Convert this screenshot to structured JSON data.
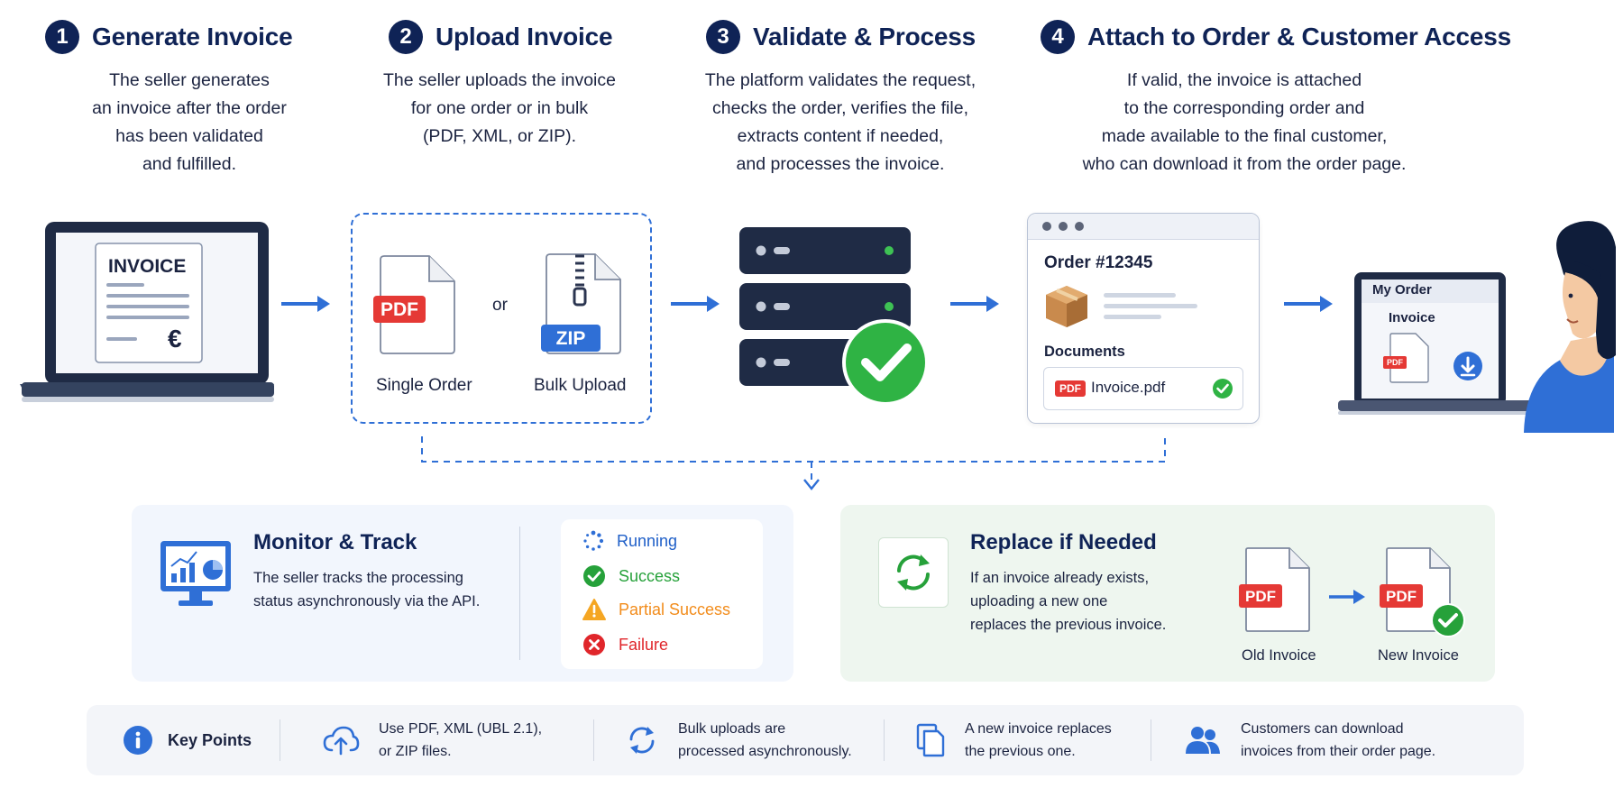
{
  "steps": [
    {
      "num": "1",
      "title": "Generate Invoice",
      "desc": [
        "The seller generates",
        "an invoice after the order",
        "has been validated",
        "and fulfilled."
      ]
    },
    {
      "num": "2",
      "title": "Upload Invoice",
      "desc": [
        "The seller uploads the invoice",
        "for one order or in bulk",
        "(PDF, XML, or ZIP)."
      ]
    },
    {
      "num": "3",
      "title": "Validate & Process",
      "desc": [
        "The platform validates the request,",
        "checks the order, verifies the file,",
        "extracts content if needed,",
        "and processes the invoice."
      ]
    },
    {
      "num": "4",
      "title": "Attach to Order & Customer Access",
      "desc": [
        "If valid, the invoice is attached",
        "to the corresponding order and",
        "made available to the final customer,",
        "who can download it from the order page."
      ]
    }
  ],
  "illustrations": {
    "invoice_doc": {
      "title": "INVOICE",
      "currency": "€"
    },
    "upload": {
      "pdf_badge": "PDF",
      "or": "or",
      "zip_badge": "ZIP",
      "single_label": "Single Order",
      "bulk_label": "Bulk Upload"
    },
    "order": {
      "title": "Order #12345",
      "documents_label": "Documents",
      "pdf_badge": "PDF",
      "file_name": "Invoice.pdf"
    },
    "customer": {
      "title": "My Order",
      "invoice_label": "Invoice",
      "pdf_badge": "PDF"
    }
  },
  "monitor": {
    "title": "Monitor & Track",
    "desc": [
      "The seller tracks the processing",
      "status asynchronously via the API."
    ],
    "statuses": [
      {
        "label": "Running",
        "color": "#1f5fc8",
        "icon": "spinner-icon"
      },
      {
        "label": "Success",
        "color": "#26a13a",
        "icon": "check-circle-icon"
      },
      {
        "label": "Partial Success",
        "color": "#f28c1b",
        "icon": "warning-icon"
      },
      {
        "label": "Failure",
        "color": "#e0262b",
        "icon": "x-circle-icon"
      }
    ]
  },
  "replace": {
    "title": "Replace if Needed",
    "desc": [
      "If an invoice already exists,",
      "uploading a new one",
      "replaces the previous invoice."
    ],
    "old_label": "Old Invoice",
    "new_label": "New Invoice",
    "pdf_badge": "PDF"
  },
  "key_points": {
    "title": "Key Points",
    "items": [
      {
        "icon": "cloud-upload-icon",
        "lines": [
          "Use PDF, XML (UBL 2.1),",
          "or ZIP files."
        ]
      },
      {
        "icon": "sync-icon",
        "lines": [
          "Bulk uploads are",
          "processed asynchronously."
        ]
      },
      {
        "icon": "files-icon",
        "lines": [
          "A new invoice replaces",
          "the previous one."
        ]
      },
      {
        "icon": "users-icon",
        "lines": [
          "Customers can download",
          "invoices from their order page."
        ]
      }
    ]
  },
  "colors": {
    "navy": "#0f2356",
    "blue": "#2f6fd6",
    "green": "#26a13a",
    "red": "#e53935",
    "orange": "#f28c1b"
  }
}
